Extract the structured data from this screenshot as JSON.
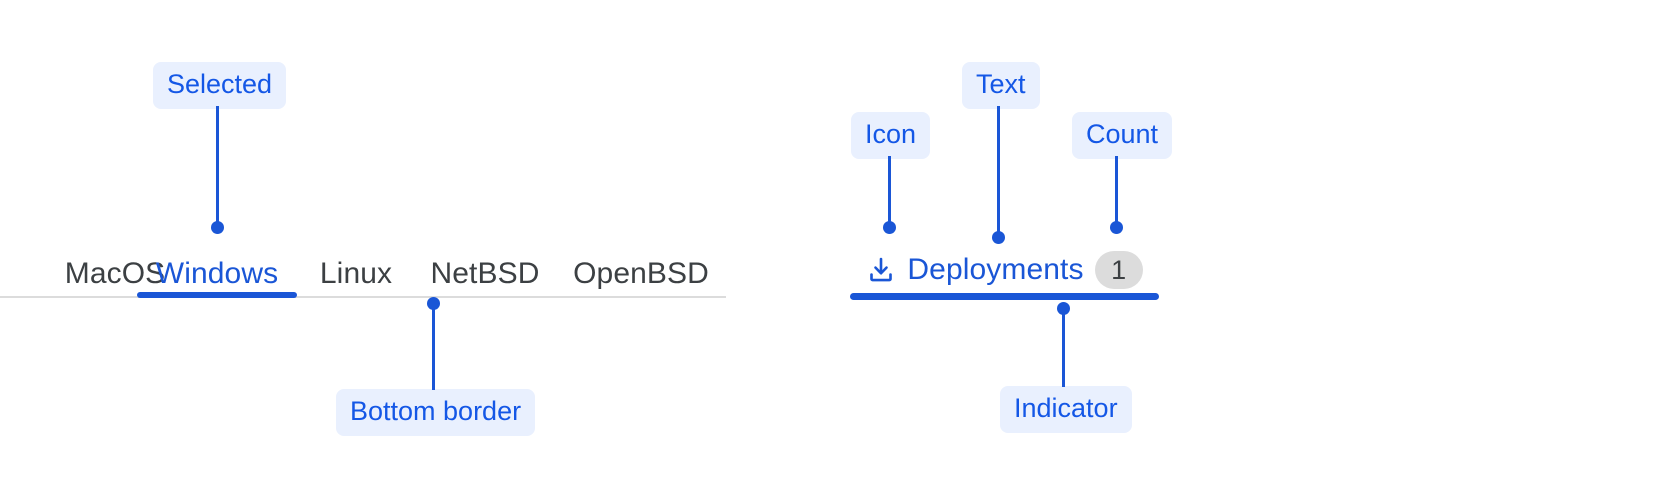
{
  "tabs_group": {
    "items": [
      {
        "label": "MacOS",
        "selected": false
      },
      {
        "label": "Windows",
        "selected": true
      },
      {
        "label": "Linux",
        "selected": false
      },
      {
        "label": "NetBSD",
        "selected": false
      },
      {
        "label": "OpenBSD",
        "selected": false
      }
    ]
  },
  "deployment_tab": {
    "icon": "download-icon",
    "label": "Deployments",
    "count": "1"
  },
  "annotations": [
    {
      "id": "selected",
      "label": "Selected"
    },
    {
      "id": "bottom-border",
      "label": "Bottom border"
    },
    {
      "id": "icon",
      "label": "Icon"
    },
    {
      "id": "text",
      "label": "Text"
    },
    {
      "id": "count",
      "label": "Count"
    },
    {
      "id": "indicator",
      "label": "Indicator"
    }
  ],
  "colors": {
    "accent": "#1a56d6",
    "chip_bg": "#e9f0fe",
    "chip_text": "#1457e6",
    "tab_text": "#3c4043",
    "rule": "#dcdcdc",
    "badge_bg": "#dcdcdc"
  }
}
